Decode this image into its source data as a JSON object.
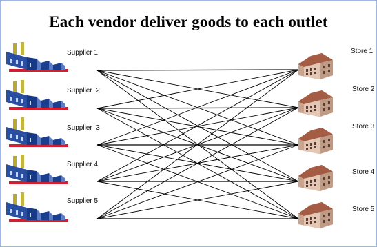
{
  "title": "Each vendor deliver goods to each outlet",
  "suppliers": [
    {
      "label": "Supplier 1"
    },
    {
      "label": "Supplier  2"
    },
    {
      "label": "Supplier  3"
    },
    {
      "label": "Supplier 4"
    },
    {
      "label": "Supplier 5"
    }
  ],
  "stores": [
    {
      "label": "Store 1"
    },
    {
      "label": "Store 2"
    },
    {
      "label": "Store 3"
    },
    {
      "label": "Store 4"
    },
    {
      "label": "Store 5"
    }
  ],
  "icons": {
    "supplier": "factory-icon",
    "store": "building-icon"
  },
  "colors": {
    "factory_blue": "#1b3f8f",
    "factory_light": "#5b7cc4",
    "chimney": "#b7a938",
    "base_red": "#d21e2e",
    "store_wall": "#d9b7a3",
    "store_roof": "#a45c45",
    "line": "#000000"
  }
}
